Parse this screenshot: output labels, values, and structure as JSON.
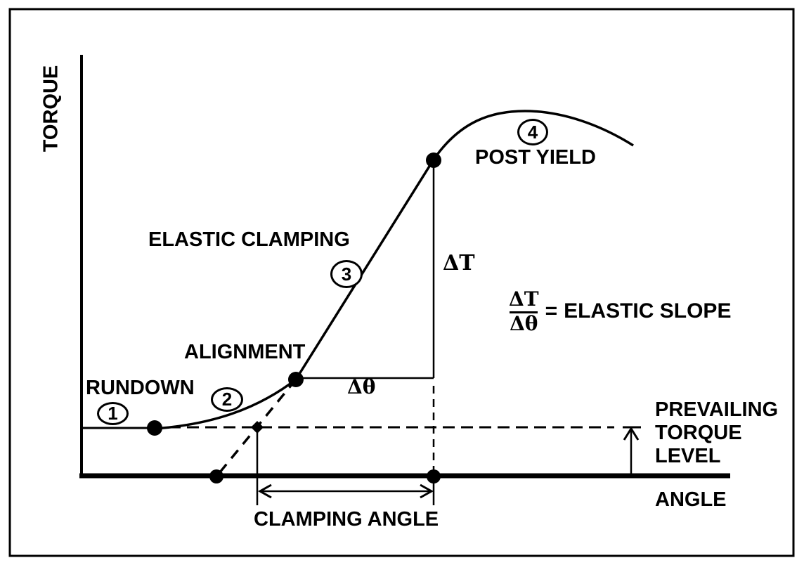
{
  "axes": {
    "y_label": "TORQUE",
    "x_label": "ANGLE"
  },
  "phases": [
    {
      "number": "1",
      "label": "RUNDOWN"
    },
    {
      "number": "2",
      "label": "ALIGNMENT"
    },
    {
      "number": "3",
      "label": "ELASTIC CLAMPING"
    },
    {
      "number": "4",
      "label": "POST YIELD"
    }
  ],
  "annotations": {
    "delta_t": "ΔT",
    "delta_theta": "Δθ",
    "clamping_angle": "CLAMPING ANGLE",
    "prevailing_torque": {
      "line1": "PREVAILING",
      "line2": "TORQUE",
      "line3": "LEVEL"
    },
    "equation": {
      "numerator": "ΔT",
      "denominator": "Δθ",
      "equals": "=",
      "result": "ELASTIC SLOPE"
    }
  },
  "colors": {
    "ink": "#000000",
    "background": "#ffffff"
  }
}
